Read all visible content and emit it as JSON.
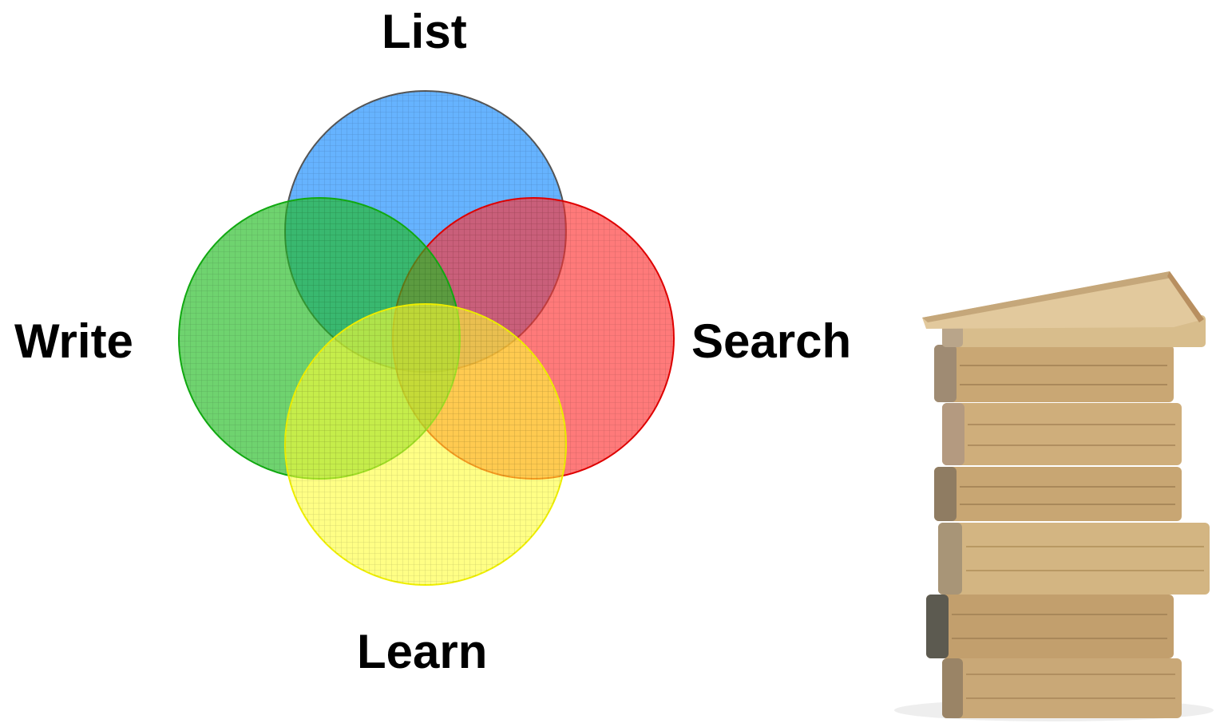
{
  "diagram": {
    "type": "venn",
    "circles": [
      {
        "id": "list",
        "label": "List",
        "color": "#3399ff",
        "stroke": "#555555"
      },
      {
        "id": "search",
        "label": "Search",
        "color": "#ff3333",
        "stroke": "#e00000"
      },
      {
        "id": "write",
        "label": "Write",
        "color": "#22bb22",
        "stroke": "#11aa11"
      },
      {
        "id": "learn",
        "label": "Learn",
        "color": "#ffff33",
        "stroke": "#eeee00"
      }
    ]
  },
  "illustration": {
    "icon": "stack-of-books-icon"
  }
}
